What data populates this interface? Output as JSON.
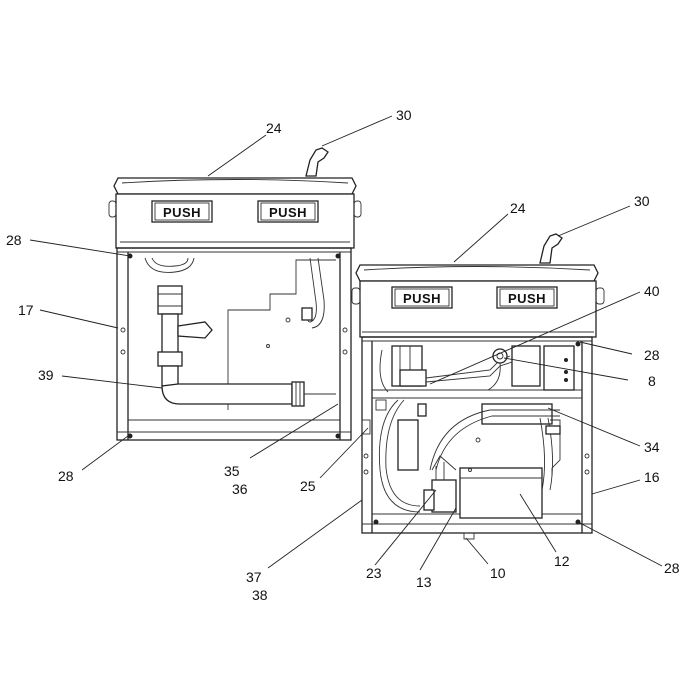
{
  "diagram": {
    "button_text": "PUSH",
    "callouts": {
      "c24a": "24",
      "c30a": "30",
      "c28a": "28",
      "c17": "17",
      "c39": "39",
      "c28b": "28",
      "c35": "35",
      "c36": "36",
      "c25": "25",
      "c37": "37",
      "c38": "38",
      "c23": "23",
      "c13": "13",
      "c10": "10",
      "c12": "12",
      "c28c": "28",
      "c16": "16",
      "c34": "34",
      "c8": "8",
      "c28d": "28",
      "c40": "40",
      "c24b": "24",
      "c30b": "30"
    }
  }
}
